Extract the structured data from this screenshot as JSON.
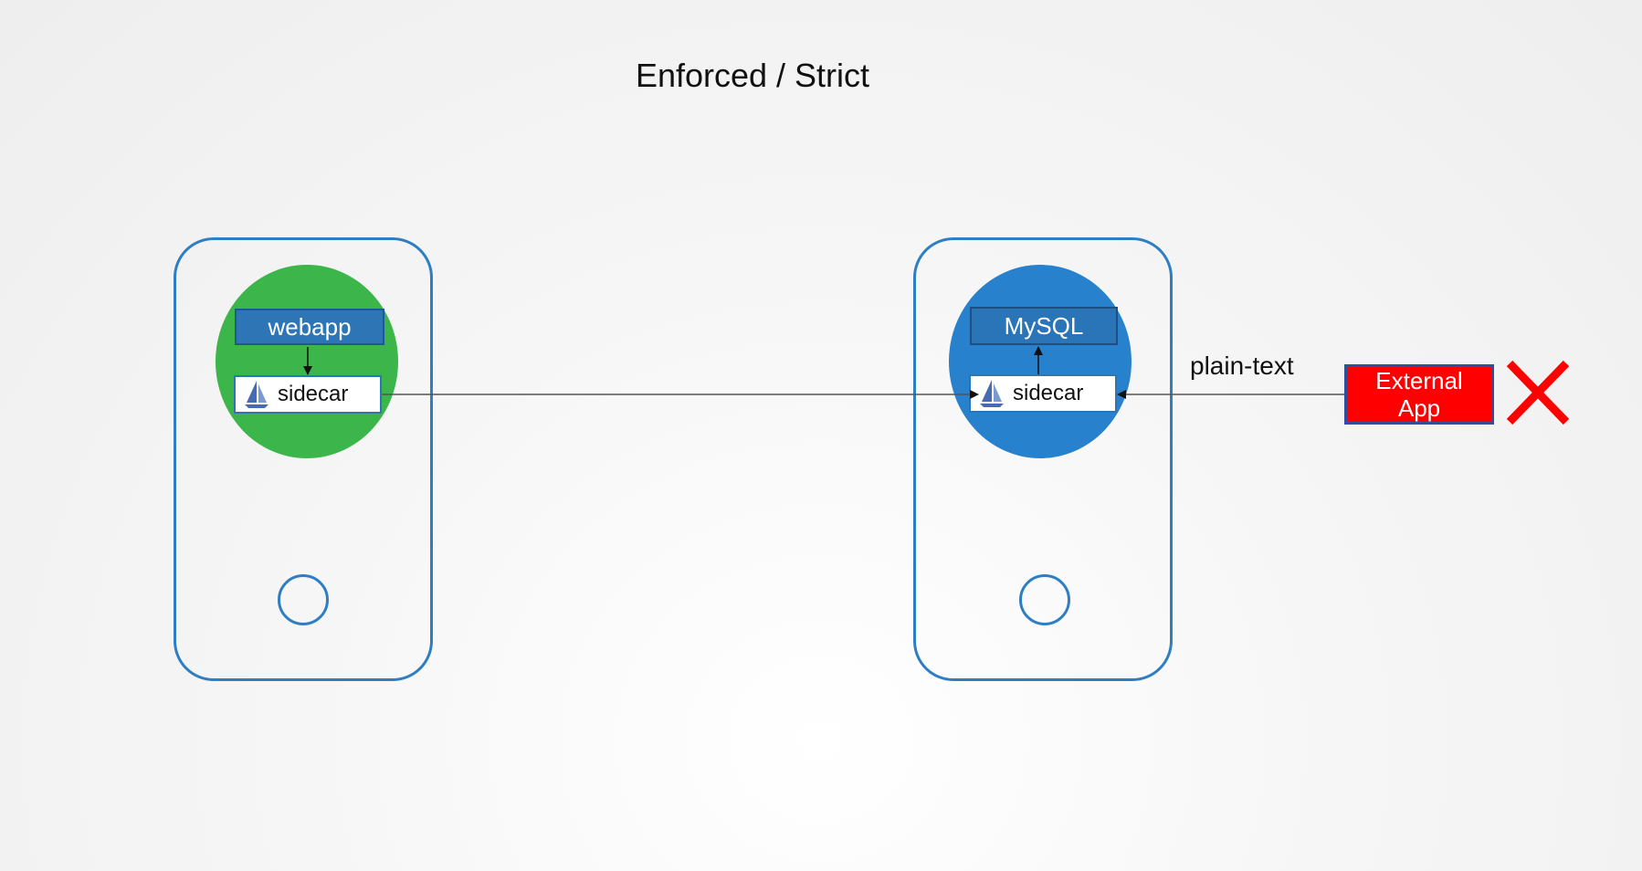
{
  "title": "Enforced / Strict",
  "left_pod": {
    "app_label": "webapp",
    "sidecar_label": "sidecar",
    "pod_color": "#3cb54a",
    "app_color": "#2e75b6"
  },
  "right_pod": {
    "app_label": "MySQL",
    "sidecar_label": "sidecar",
    "pod_color": "#2881cc",
    "app_color": "#2a74b8"
  },
  "connection_label": "plain-text",
  "external_app": {
    "label": "External\nApp",
    "color": "#ff0000"
  },
  "blocked_icon": "red-x-icon",
  "icons": {
    "sidecar": "sailboat-icon",
    "phone_button": "circle-icon"
  }
}
